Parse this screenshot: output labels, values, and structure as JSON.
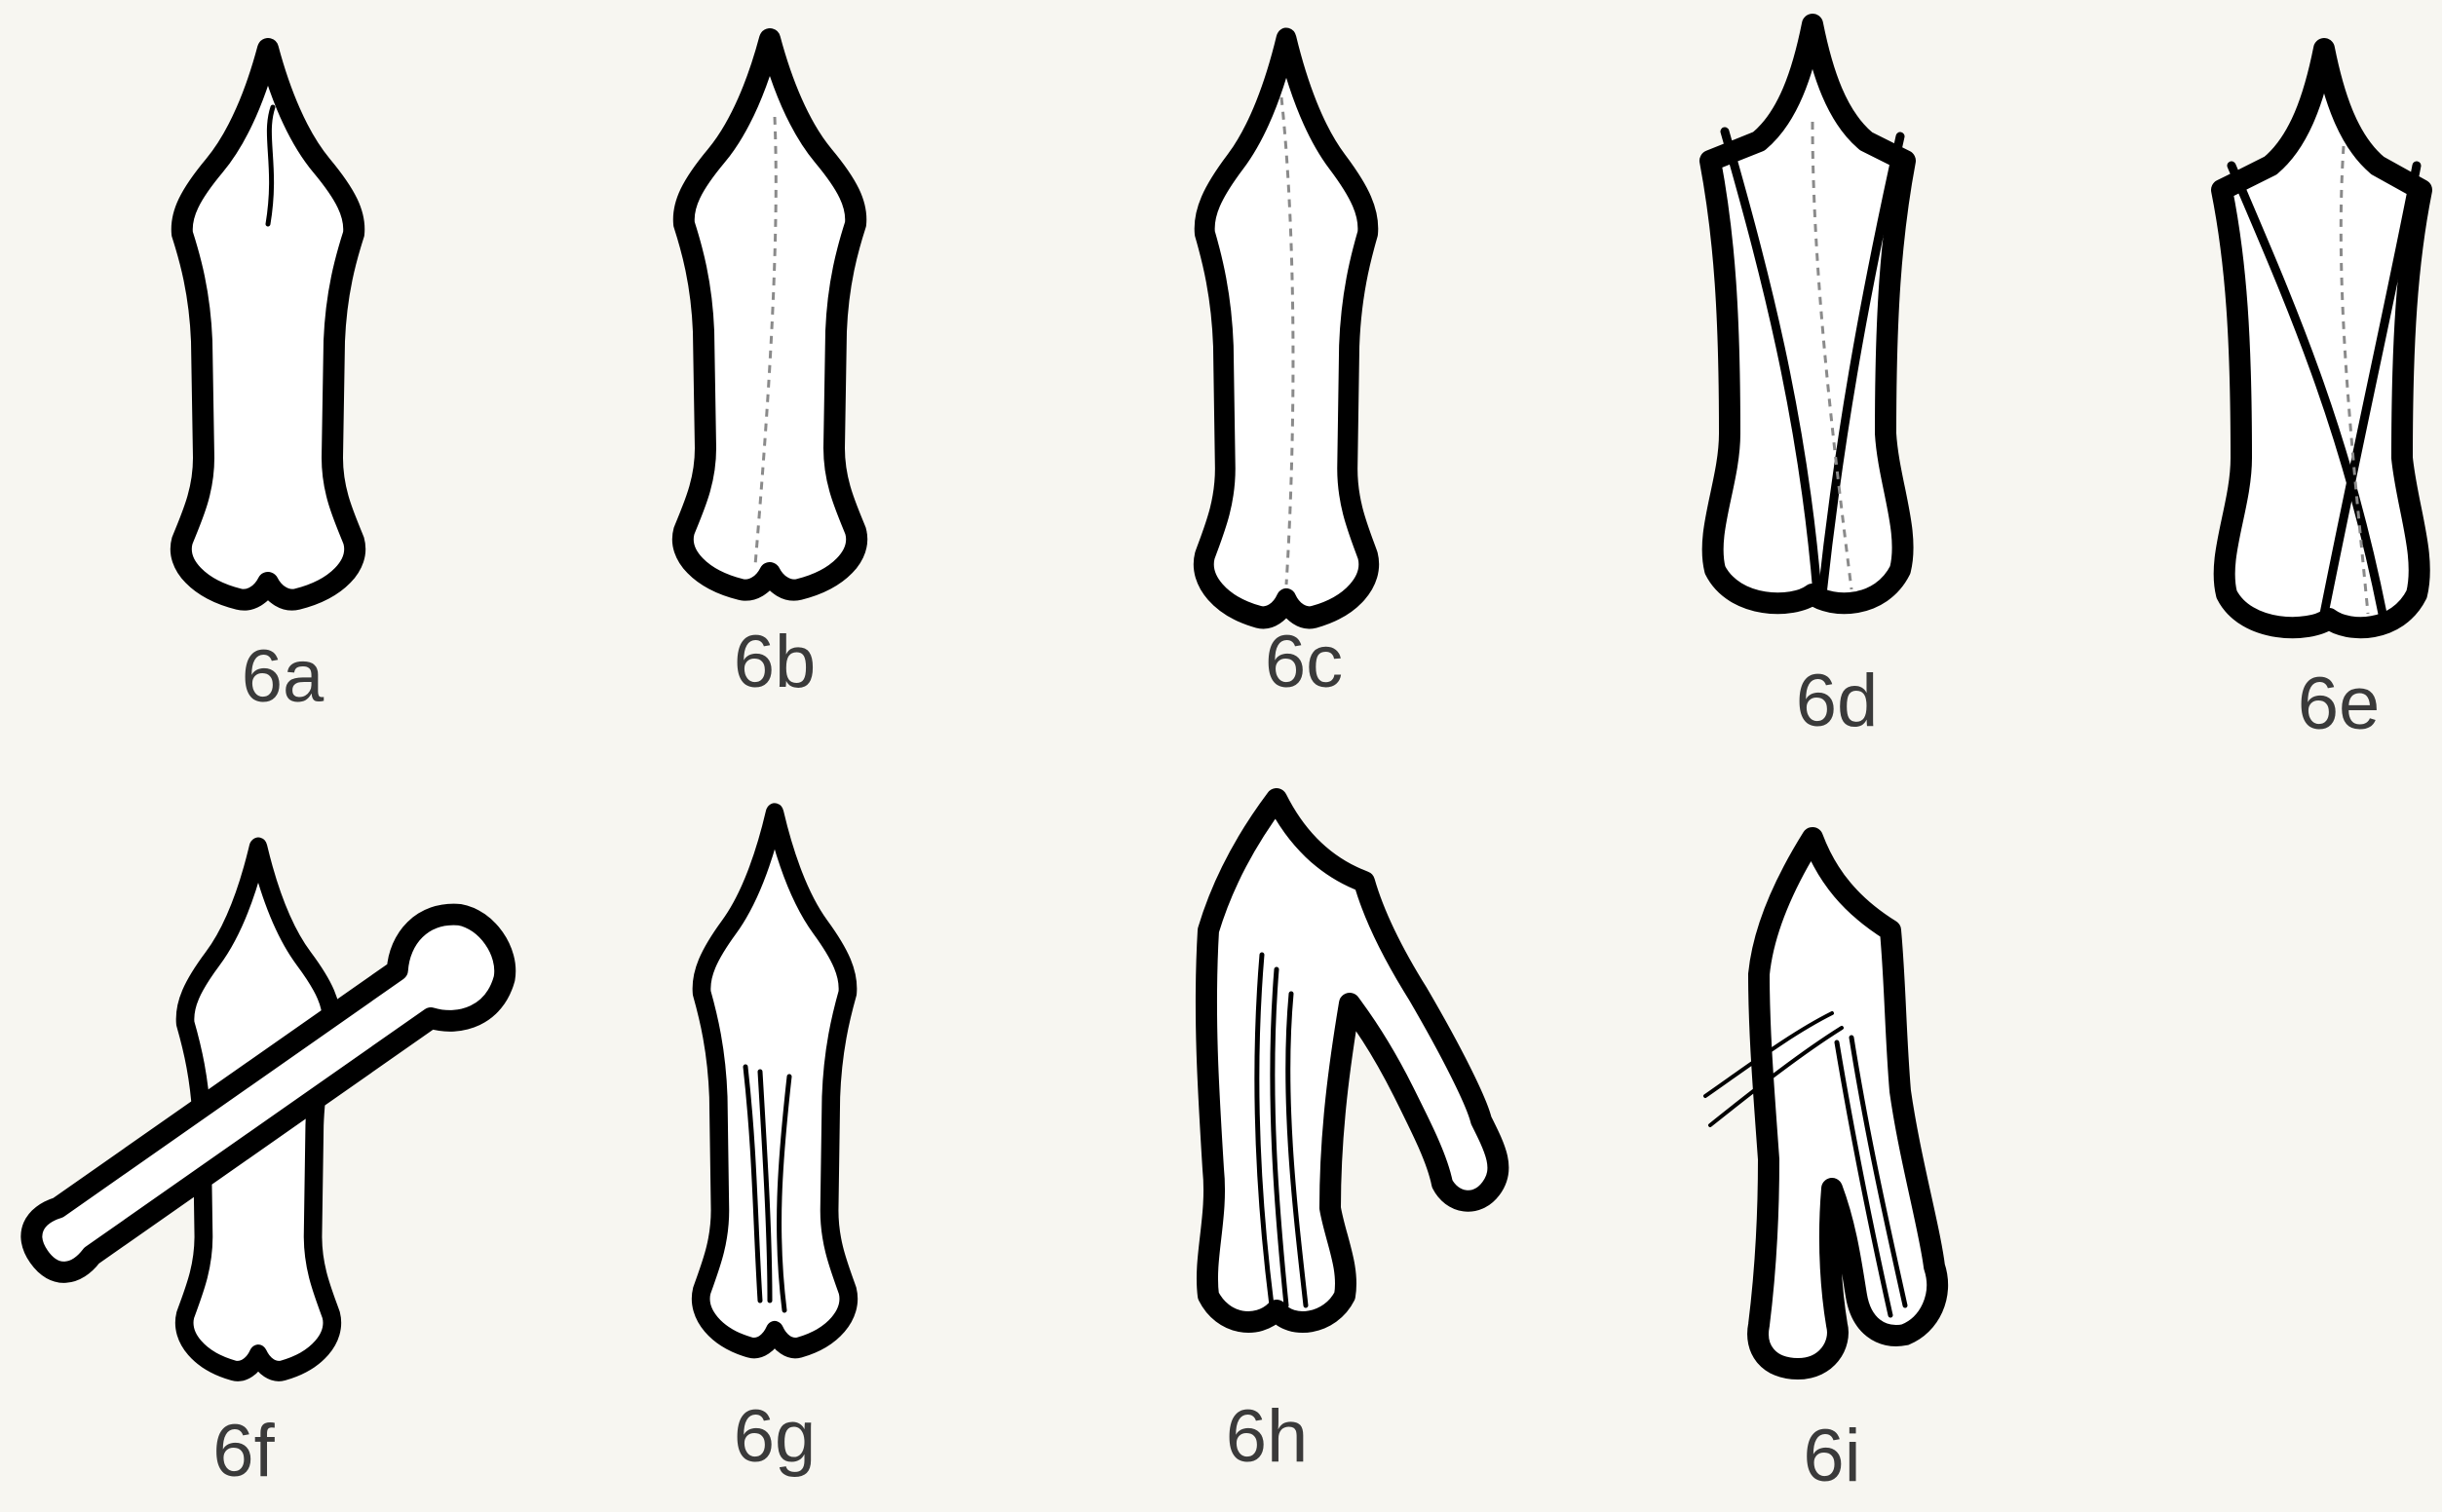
{
  "figure": {
    "labels": {
      "a": "6a",
      "b": "6b",
      "c": "6c",
      "d": "6d",
      "e": "6e",
      "f": "6f",
      "g": "6g",
      "h": "6h",
      "i": "6i"
    },
    "colors": {
      "background": "#f7f6f1",
      "ink": "#000000",
      "label": "#3a3a3a"
    }
  }
}
